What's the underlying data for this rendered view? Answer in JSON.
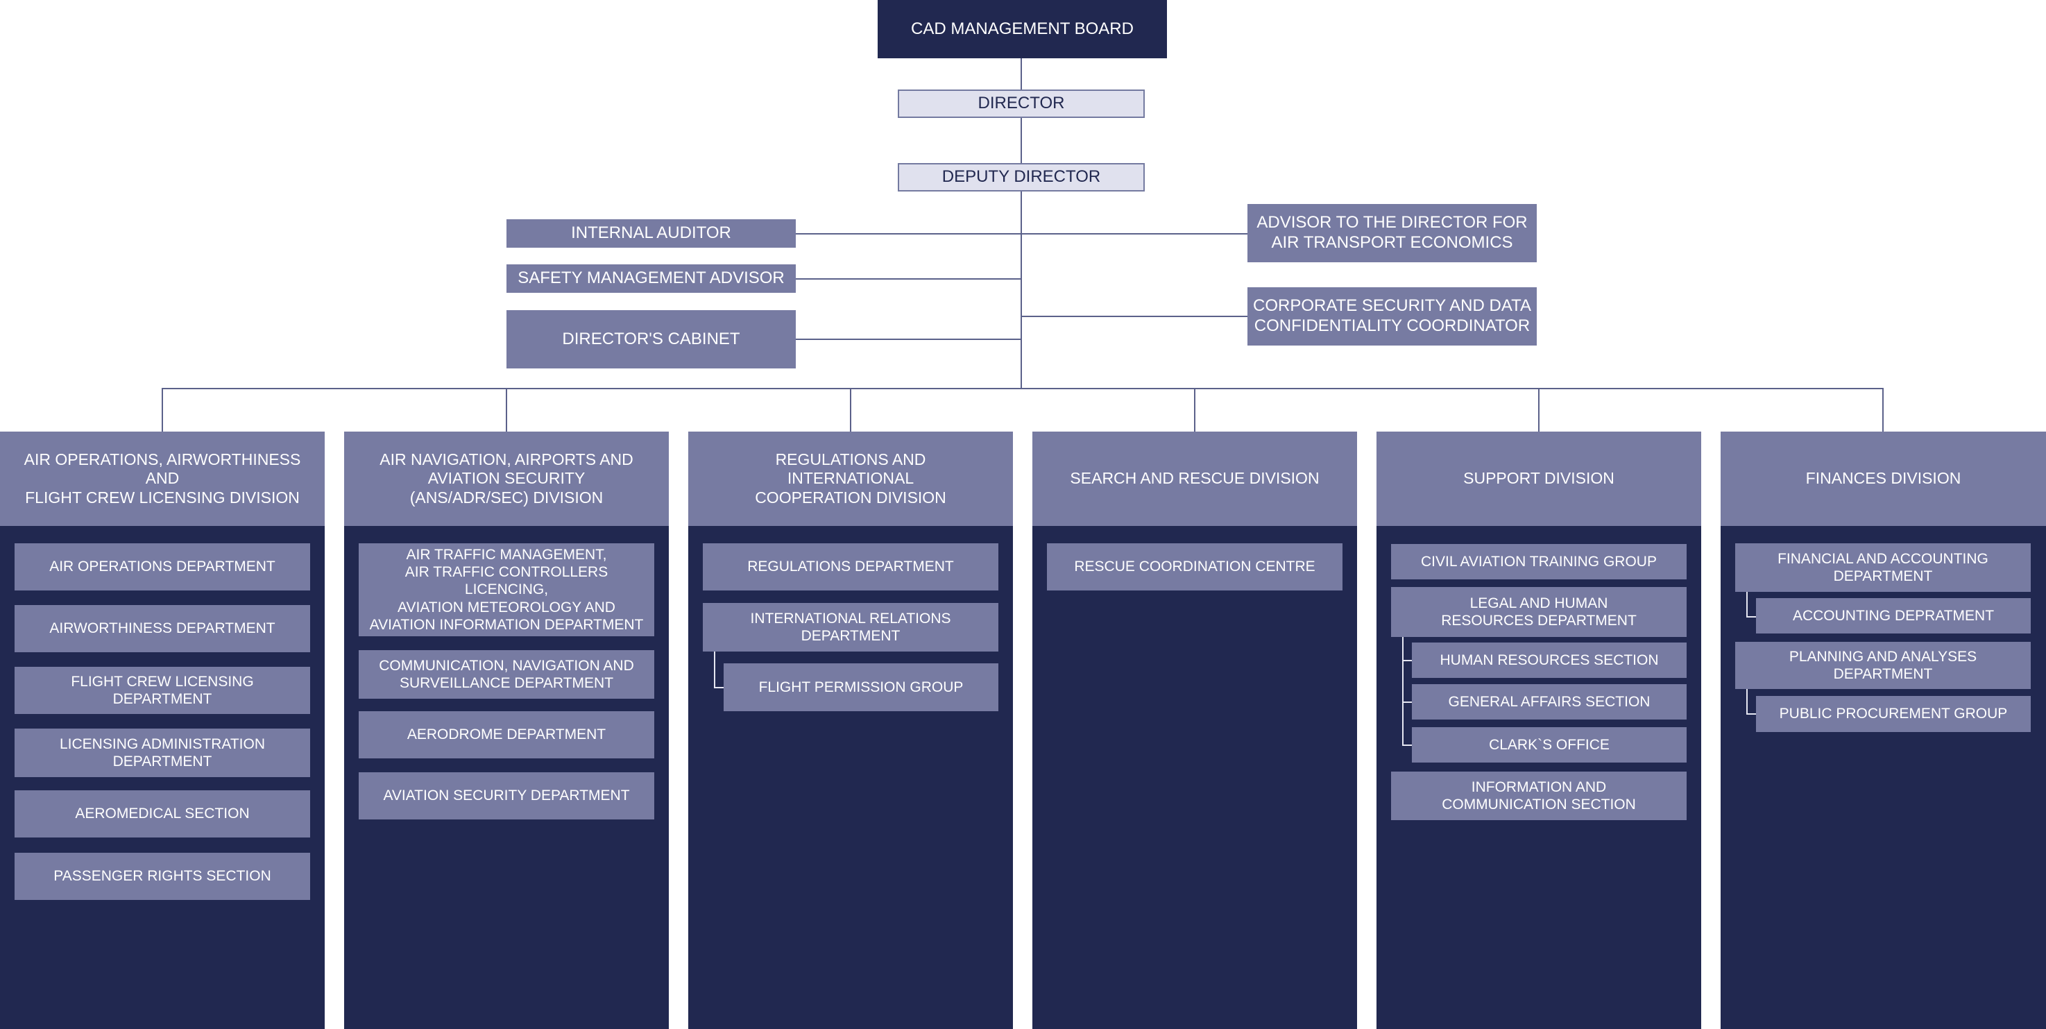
{
  "board": "CAD  MANAGEMENT BOARD",
  "director": "DIRECTOR",
  "deputy_director": "DEPUTY DIRECTOR",
  "left_staff": [
    "INTERNAL AUDITOR",
    "SAFETY MANAGEMENT ADVISOR",
    "DIRECTOR'S CABINET"
  ],
  "right_staff": [
    "ADVISOR TO THE DIRECTOR FOR\nAIR TRANSPORT ECONOMICS",
    "CORPORATE SECURITY AND DATA\nCONFIDENTIALITY COORDINATOR"
  ],
  "divisions": [
    {
      "title": "AIR OPERATIONS, AIRWORTHINESS AND\nFLIGHT CREW LICENSING DIVISION",
      "units": [
        "AIR OPERATIONS DEPARTMENT",
        "AIRWORTHINESS DEPARTMENT",
        "FLIGHT CREW LICENSING DEPARTMENT",
        "LICENSING ADMINISTRATION\nDEPARTMENT",
        "AEROMEDICAL SECTION",
        "PASSENGER RIGHTS SECTION"
      ]
    },
    {
      "title": "AIR NAVIGATION, AIRPORTS AND\nAVIATION SECURITY\n(ANS/ADR/SEC) DIVISION",
      "units": [
        "AIR TRAFFIC MANAGEMENT,\nAIR TRAFFIC CONTROLLERS LICENCING,\nAVIATION METEOROLOGY AND\nAVIATION INFORMATION DEPARTMENT",
        "COMMUNICATION, NAVIGATION AND\nSURVEILLANCE DEPARTMENT",
        "AERODROME DEPARTMENT",
        "AVIATION SECURITY DEPARTMENT"
      ]
    },
    {
      "title": "REGULATIONS AND\nINTERNATIONAL\nCOOPERATION DIVISION",
      "units": [
        "REGULATIONS DEPARTMENT",
        "INTERNATIONAL RELATIONS DEPARTMENT",
        "FLIGHT PERMISSION GROUP"
      ]
    },
    {
      "title": "SEARCH AND RESCUE DIVISION",
      "units": [
        "RESCUE COORDINATION CENTRE"
      ]
    },
    {
      "title": "SUPPORT DIVISION",
      "units": [
        "CIVIL AVIATION TRAINING GROUP",
        "LEGAL AND HUMAN\nRESOURCES DEPARTMENT",
        "HUMAN RESOURCES SECTION",
        "GENERAL AFFAIRS SECTION",
        "CLARK`S OFFICE",
        "INFORMATION AND\nCOMMUNICATION SECTION"
      ]
    },
    {
      "title": "FINANCES DIVISION",
      "units": [
        "FINANCIAL AND ACCOUNTING\nDEPARTMENT",
        "ACCOUNTING DEPRATMENT",
        "PLANNING AND ANALYSES DEPARTMENT",
        "PUBLIC PROCUREMENT GROUP"
      ]
    }
  ]
}
